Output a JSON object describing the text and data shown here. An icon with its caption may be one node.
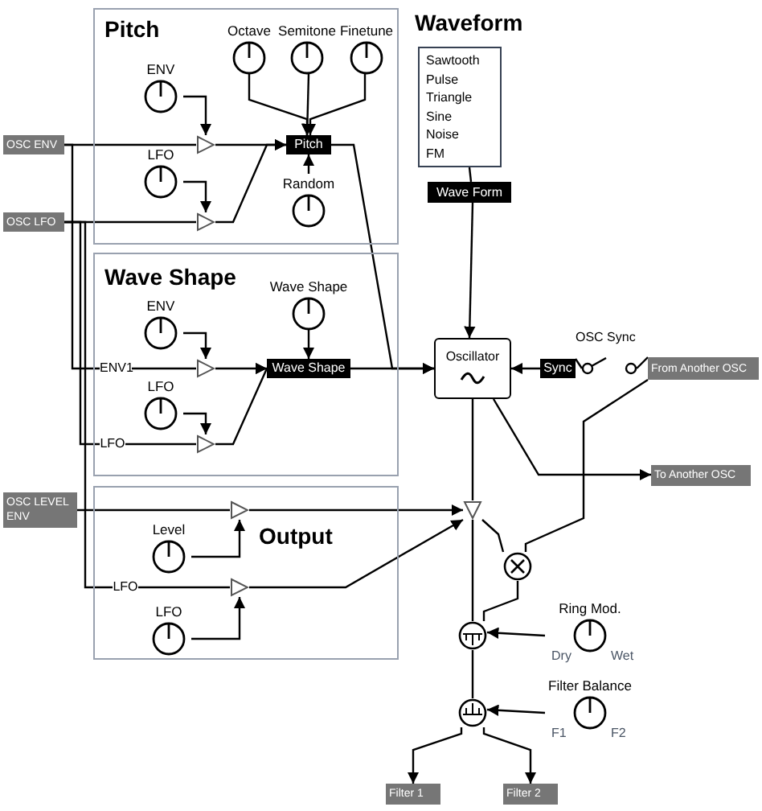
{
  "diagram": {
    "nodes": [
      {
        "text": [
          "Pitch"
        ]
      },
      {
        "text": [
          "Octave"
        ],
        "in": 0
      },
      {
        "text": [
          "Semitone"
        ],
        "in": 0
      },
      {
        "text": [
          "Finetune"
        ],
        "in": 0
      },
      {
        "text": [
          "ENV"
        ],
        "in": 0
      },
      {
        "text": [
          "LFO"
        ],
        "in": 0
      },
      {
        "text": [],
        "shape": "triangle",
        "in": 0
      },
      {
        "text": [],
        "shape": "triangle",
        "in": 0
      },
      {
        "text": [
          "Pitch"
        ],
        "in": 0
      },
      {
        "text": [
          "Random"
        ],
        "in": 0
      },
      {
        "text": [
          "Wave Shape"
        ]
      },
      {
        "text": [
          "ENV"
        ],
        "in": 10
      },
      {
        "text": [
          "LFO"
        ],
        "in": 10
      },
      {
        "text": [
          "ENV1"
        ],
        "in": 10
      },
      {
        "text": [
          "LFO"
        ],
        "in": 10
      },
      {
        "text": [],
        "shape": "triangle",
        "in": 10
      },
      {
        "text": [],
        "shape": "triangle",
        "in": 10
      },
      {
        "text": [
          "Wave Shape"
        ],
        "in": 10
      },
      {
        "text": [
          "Wave Shape"
        ],
        "in": 10
      },
      {
        "text": [
          "Output"
        ]
      },
      {
        "text": [
          "Level"
        ],
        "in": 19
      },
      {
        "text": [
          "LFO"
        ],
        "in": 19
      },
      {
        "text": [
          "LFO"
        ],
        "in": 19
      },
      {
        "text": [],
        "shape": "triangle",
        "in": 19
      },
      {
        "text": [],
        "shape": "triangle",
        "in": 19
      },
      {
        "text": [
          "Waveform",
          "Sawtooth",
          "Pulse",
          "Triangle",
          "Sine",
          "Noise",
          "FM"
        ]
      },
      {
        "text": [
          "Wave Form"
        ]
      },
      {
        "text": [
          "Oscillator"
        ]
      },
      {
        "text": [
          "Sync"
        ]
      },
      {
        "text": [
          "OSC Sync"
        ]
      },
      {
        "text": [
          "From Another OSC"
        ]
      },
      {
        "text": [
          "To Another OSC"
        ]
      },
      {
        "text": [
          "OSC ENV"
        ]
      },
      {
        "text": [
          "OSC LFO"
        ]
      },
      {
        "text": [
          "OSC LEVEL ENV"
        ]
      },
      {
        "text": [],
        "shape": "triangle"
      },
      {
        "text": [],
        "shape": "circle"
      },
      {
        "text": [],
        "shape": "circle"
      },
      {
        "text": [
          "Ring Mod.",
          "Dry",
          "Wet"
        ]
      },
      {
        "text": [],
        "shape": "circle"
      },
      {
        "text": [
          "Filter Balance",
          "F1",
          "F2"
        ]
      },
      {
        "text": [
          "Filter 1"
        ]
      },
      {
        "text": [
          "Filter 2"
        ]
      }
    ],
    "edges": [
      {
        "from": 1,
        "to": 8,
        "arrow": "to"
      },
      {
        "from": 2,
        "to": 8,
        "arrow": "to"
      },
      {
        "from": 3,
        "to": 8,
        "arrow": "to"
      },
      {
        "from": 4,
        "to": 6,
        "arrow": "to"
      },
      {
        "from": 5,
        "to": 7,
        "arrow": "to"
      },
      {
        "from": 32,
        "to": 6,
        "arrow": "none"
      },
      {
        "from": 6,
        "to": 8,
        "arrow": "to"
      },
      {
        "from": 33,
        "to": 7,
        "arrow": "none"
      },
      {
        "from": 7,
        "to": 8,
        "arrow": "to"
      },
      {
        "from": 9,
        "to": 8,
        "arrow": "to"
      },
      {
        "from": 8,
        "to": 27,
        "arrow": "to"
      },
      {
        "from": 32,
        "to": 13,
        "arrow": "none"
      },
      {
        "from": 13,
        "to": 15,
        "arrow": "none"
      },
      {
        "from": 11,
        "to": 15,
        "arrow": "to"
      },
      {
        "from": 12,
        "to": 16,
        "arrow": "to"
      },
      {
        "from": 33,
        "to": 14,
        "arrow": "none"
      },
      {
        "from": 14,
        "to": 16,
        "arrow": "none"
      },
      {
        "from": 15,
        "to": 18,
        "arrow": "to"
      },
      {
        "from": 16,
        "to": 18,
        "arrow": "to"
      },
      {
        "from": 17,
        "to": 18,
        "arrow": "to"
      },
      {
        "from": 18,
        "to": 27,
        "arrow": "to"
      },
      {
        "from": 33,
        "to": 21,
        "arrow": "none"
      },
      {
        "from": 34,
        "to": 23,
        "arrow": "none"
      },
      {
        "from": 20,
        "to": 23,
        "arrow": "to"
      },
      {
        "from": 21,
        "to": 24,
        "arrow": "none"
      },
      {
        "from": 22,
        "to": 24,
        "arrow": "to"
      },
      {
        "from": 23,
        "to": 35,
        "arrow": "to"
      },
      {
        "from": 24,
        "to": 35,
        "arrow": "to"
      },
      {
        "from": 25,
        "to": 26,
        "arrow": "none"
      },
      {
        "from": 26,
        "to": 27,
        "arrow": "to"
      },
      {
        "from": 28,
        "to": 27,
        "arrow": "to"
      },
      {
        "from": 29,
        "to": 28,
        "arrow": "none"
      },
      {
        "from": 30,
        "to": 29,
        "arrow": "none"
      },
      {
        "from": 30,
        "to": 36,
        "arrow": "none"
      },
      {
        "from": 27,
        "to": 31,
        "arrow": "to"
      },
      {
        "from": 27,
        "to": 35,
        "arrow": "none"
      },
      {
        "from": 35,
        "to": 36,
        "arrow": "none"
      },
      {
        "from": 35,
        "to": 37,
        "arrow": "none"
      },
      {
        "from": 36,
        "to": 37,
        "arrow": "none"
      },
      {
        "from": 38,
        "to": 37,
        "arrow": "to"
      },
      {
        "from": 37,
        "to": 39,
        "arrow": "none"
      },
      {
        "from": 40,
        "to": 39,
        "arrow": "to"
      },
      {
        "from": 39,
        "to": 41,
        "arrow": "to"
      },
      {
        "from": 39,
        "to": 42,
        "arrow": "to"
      }
    ]
  }
}
